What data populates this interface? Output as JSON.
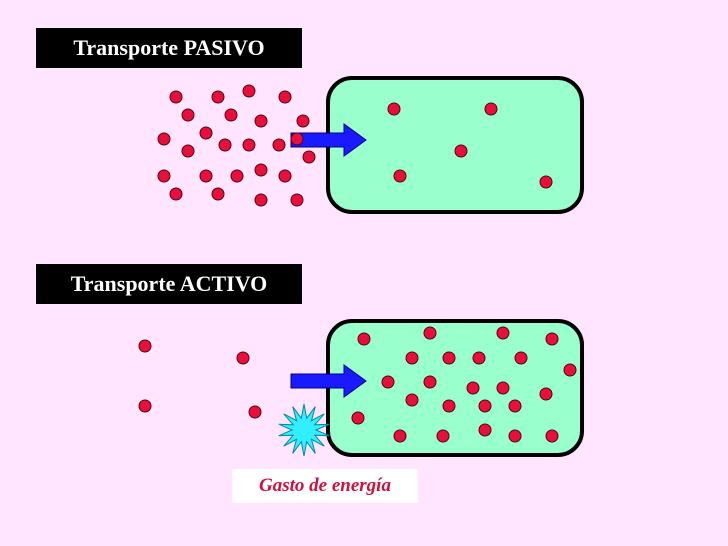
{
  "diagram": {
    "passive_title": "Transporte PASIVO",
    "active_title": "Transporte ACTIVO",
    "energy_label": "Gasto de energía"
  },
  "colors": {
    "background": "#FFE5FF",
    "cell_fill": "#99FFCC",
    "cell_stroke": "#000000",
    "particle": "#E8103A",
    "arrow": "#1A1AFF",
    "energy_burst": "#33EEFF",
    "label_bg": "#000000",
    "label_text": "#FFFFFF",
    "energy_text": "#D0103C"
  },
  "icons": [
    "arrow-right-icon",
    "energy-burst-icon"
  ]
}
